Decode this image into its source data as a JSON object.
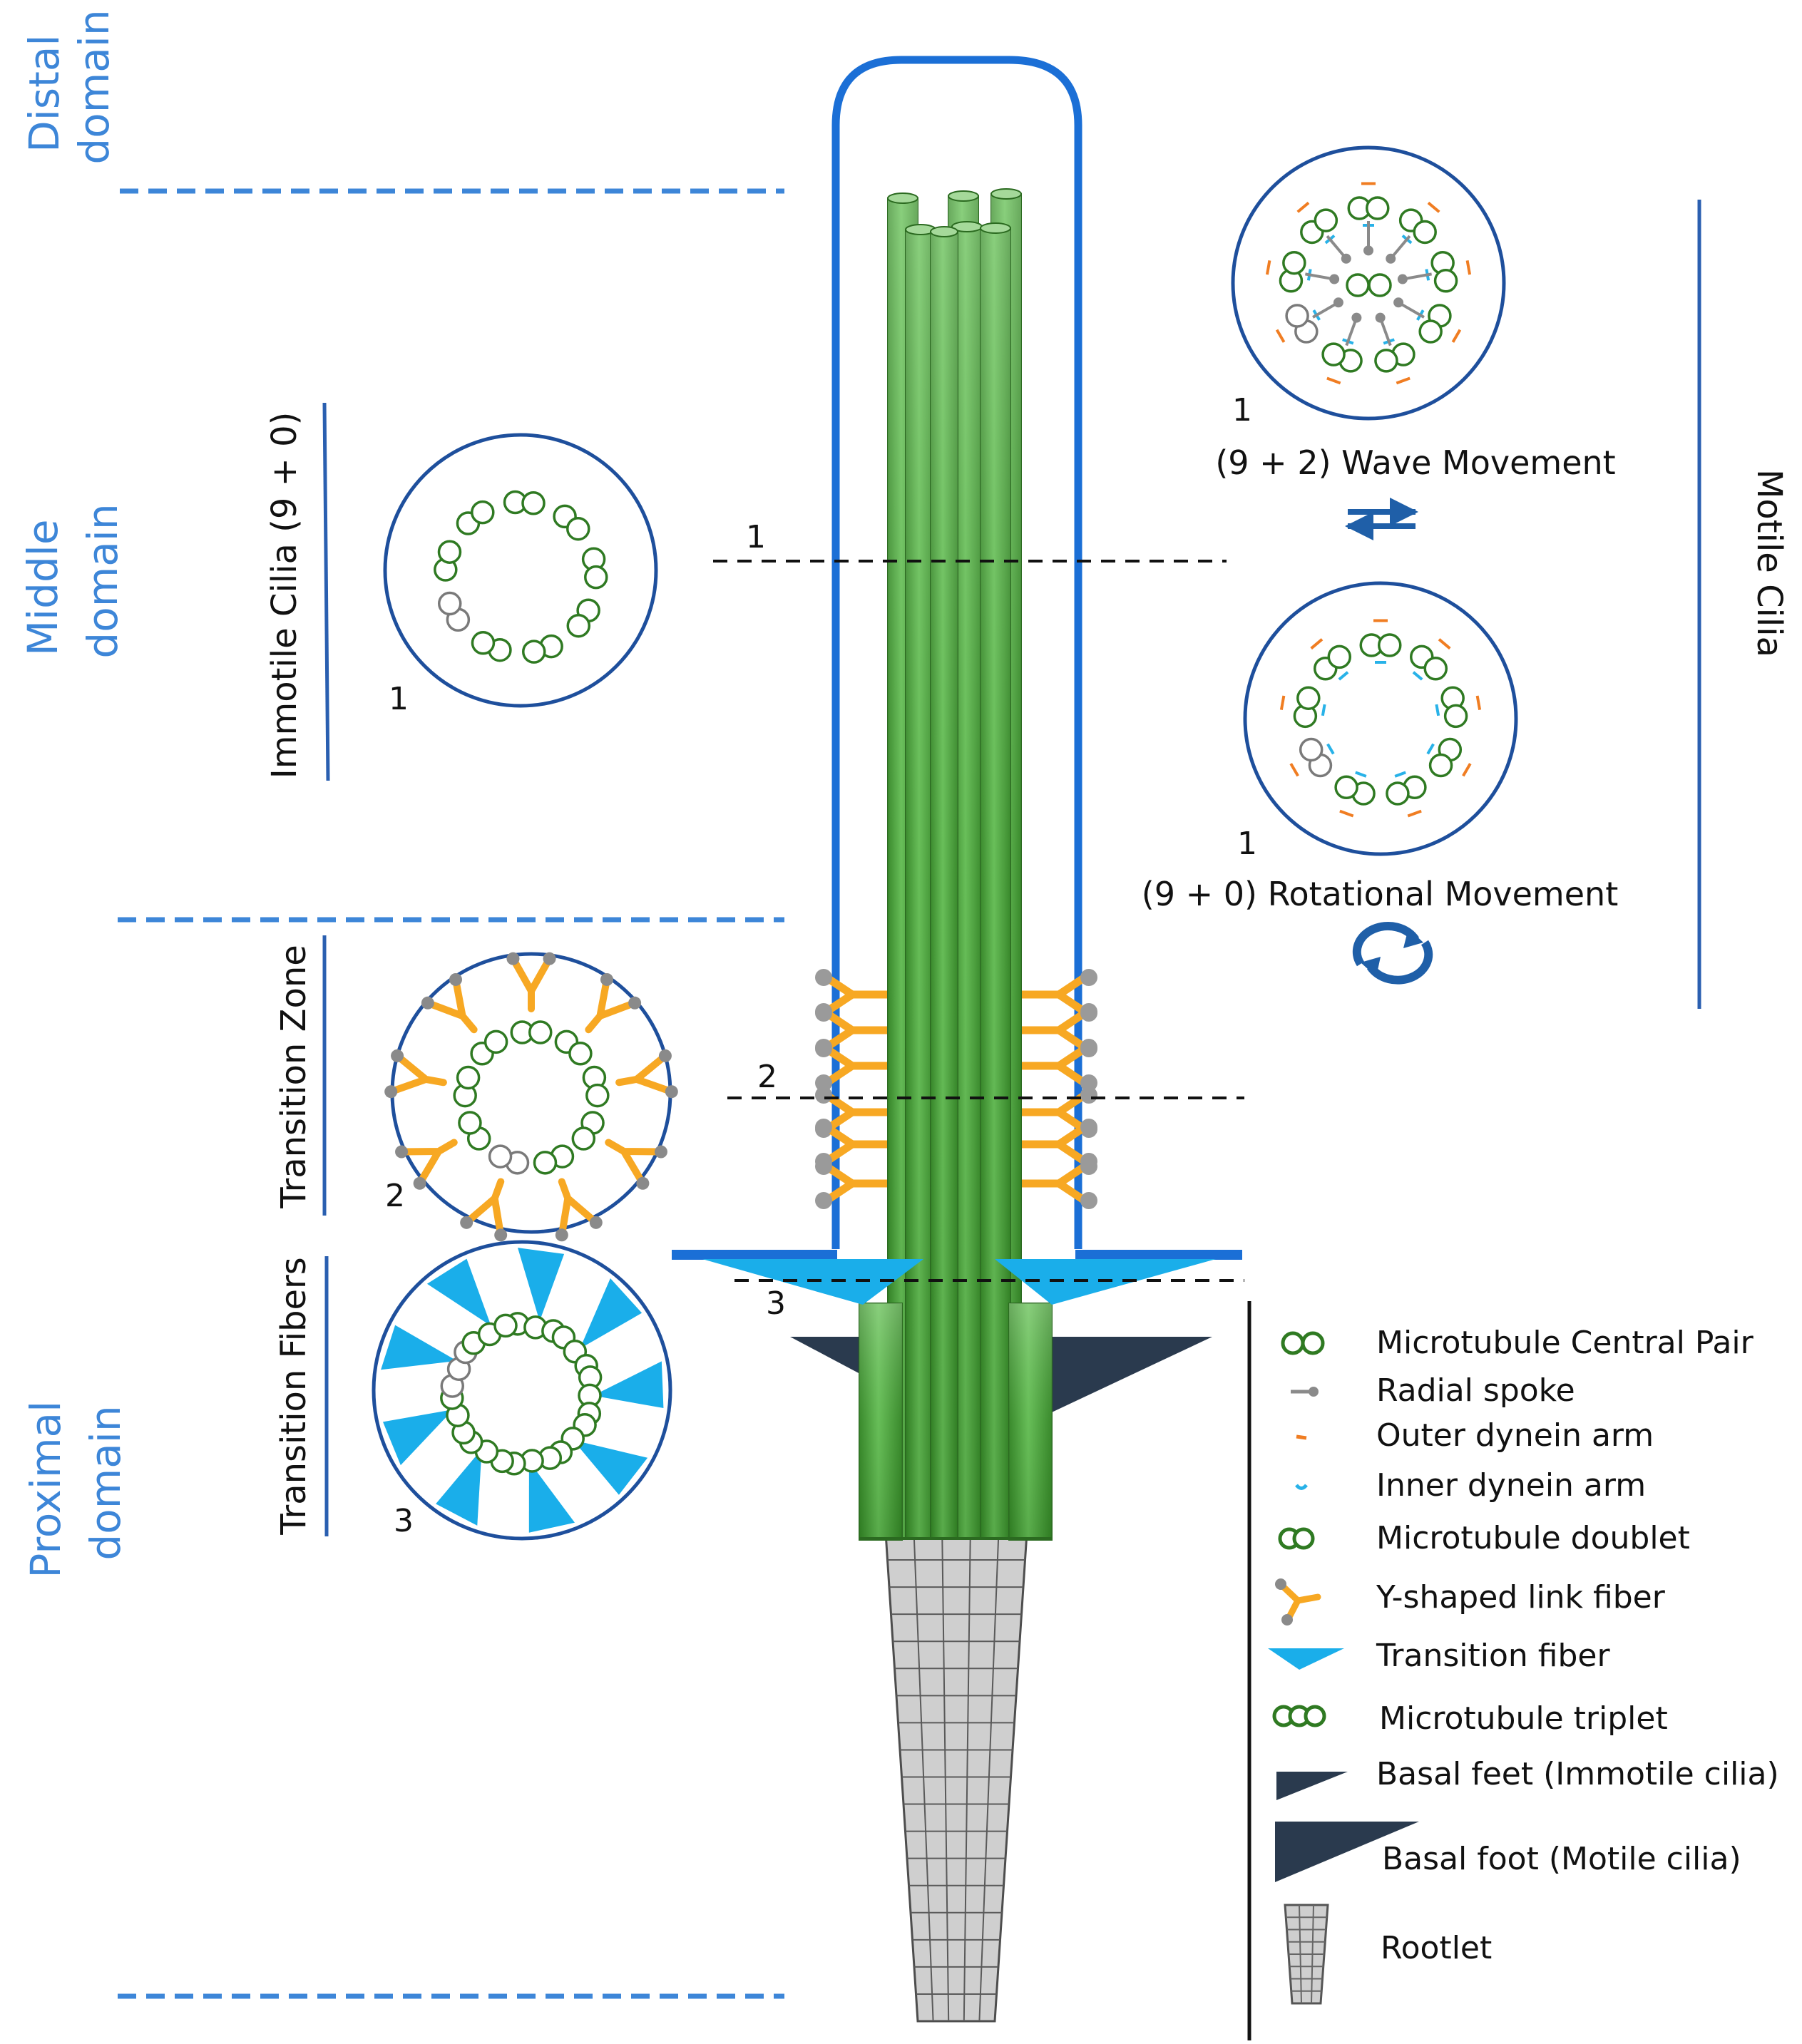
{
  "colors": {
    "domain_blue": "#3d86d8",
    "membrane_blue": "#1b6fd6",
    "ring_navy": "#1e4f9c",
    "microtubule_green": "#2f7a22",
    "rod_green_light": "#95d38b",
    "rod_green": "#4cab3c",
    "rod_green_dark": "#2f7a22",
    "yfiber_orange": "#f7a823",
    "transition_cyan": "#1aaeea",
    "basal_foot_navy": "#2a3a4e",
    "rootlet_gray": "#cfcfcf",
    "spoke_gray": "#8a8a8a",
    "outer_dynein_orange": "#f07d22",
    "inner_dynein_cyan": "#28b2e8",
    "arrow_blue": "#1f5fa8"
  },
  "domains": {
    "distal": [
      "Distal",
      "domain"
    ],
    "middle": [
      "Middle",
      "domain"
    ],
    "proximal": [
      "Proximal",
      "domain"
    ]
  },
  "sections": {
    "immotile": "Immotile Cilia (9 + 0)",
    "transition_zone": "Transition Zone",
    "transition_fibers": "Transition Fibers",
    "motile": "Motile Cilia"
  },
  "section_markers": {
    "one": "1",
    "two": "2",
    "three": "3"
  },
  "motile_labels": {
    "wave_number": "1",
    "wave": "(9 + 2) Wave Movement",
    "rotational_number": "1",
    "rotational": "(9 + 0) Rotational Movement"
  },
  "legend": {
    "central_pair": "Microtubule Central Pair",
    "radial_spoke": "Radial spoke",
    "outer_dynein": "Outer dynein arm",
    "inner_dynein": "Inner dynein arm",
    "doublet": "Microtubule doublet",
    "y_fiber": "Y-shaped link fiber",
    "transition_fiber": "Transition fiber",
    "triplet": "Microtubule triplet",
    "basal_feet_immotile": "Basal feet (Immotile cilia)",
    "basal_foot_motile": "Basal foot (Motile cilia)",
    "rootlet": "Rootlet"
  }
}
